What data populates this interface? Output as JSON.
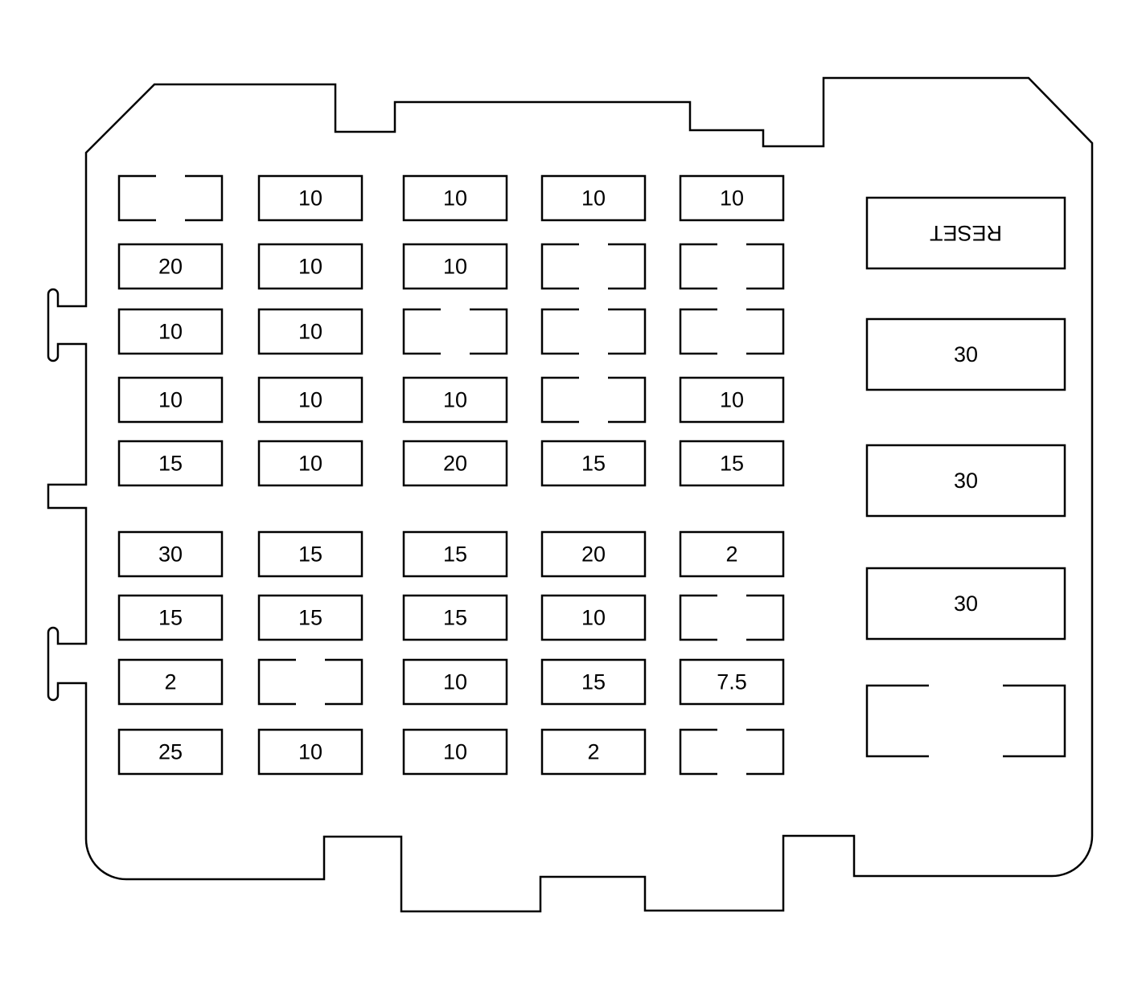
{
  "fuse_panel": {
    "rows": [
      [
        "",
        "10",
        "10",
        "10",
        "10"
      ],
      [
        "20",
        "10",
        "10",
        "",
        ""
      ],
      [
        "10",
        "10",
        "",
        "",
        ""
      ],
      [
        "10",
        "10",
        "10",
        "",
        "10"
      ],
      [
        "15",
        "10",
        "20",
        "15",
        "15"
      ],
      [
        "30",
        "15",
        "15",
        "20",
        "2"
      ],
      [
        "15",
        "15",
        "15",
        "10",
        ""
      ],
      [
        "2",
        "",
        "10",
        "15",
        "7.5"
      ],
      [
        "25",
        "10",
        "10",
        "2",
        ""
      ]
    ],
    "side_slots": [
      "RESET",
      "30",
      "30",
      "30",
      ""
    ]
  }
}
